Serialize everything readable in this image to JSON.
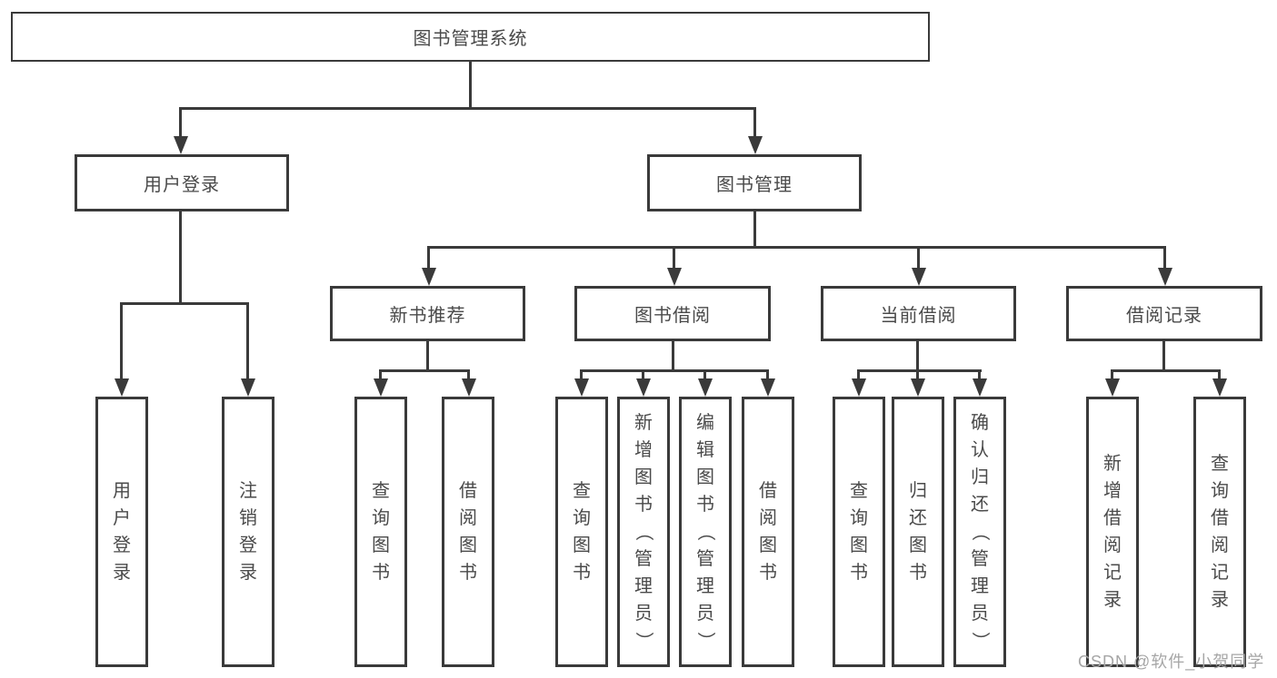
{
  "diagram": {
    "watermark": "CSDN @软件_小贺同学",
    "colors": {
      "line": "#3a3a3a",
      "text": "#4a4a4a",
      "watermark": "#a6a6a6",
      "background": "#ffffff"
    },
    "tree": {
      "root": {
        "label": "图书管理系统",
        "children": [
          {
            "label": "用户登录",
            "children": [
              {
                "label": "用户登录"
              },
              {
                "label": "注销登录"
              }
            ]
          },
          {
            "label": "图书管理",
            "children": [
              {
                "label": "新书推荐",
                "children": [
                  {
                    "label": "查询图书"
                  },
                  {
                    "label": "借阅图书"
                  }
                ]
              },
              {
                "label": "图书借阅",
                "children": [
                  {
                    "label": "查询图书"
                  },
                  {
                    "label": "新增图书（管理员）"
                  },
                  {
                    "label": "编辑图书（管理员）"
                  },
                  {
                    "label": "借阅图书"
                  }
                ]
              },
              {
                "label": "当前借阅",
                "children": [
                  {
                    "label": "查询图书"
                  },
                  {
                    "label": "归还图书"
                  },
                  {
                    "label": "确认归还（管理员）"
                  }
                ]
              },
              {
                "label": "借阅记录",
                "children": [
                  {
                    "label": "新增借阅记录"
                  },
                  {
                    "label": "查询借阅记录"
                  }
                ]
              }
            ]
          }
        ]
      }
    }
  }
}
